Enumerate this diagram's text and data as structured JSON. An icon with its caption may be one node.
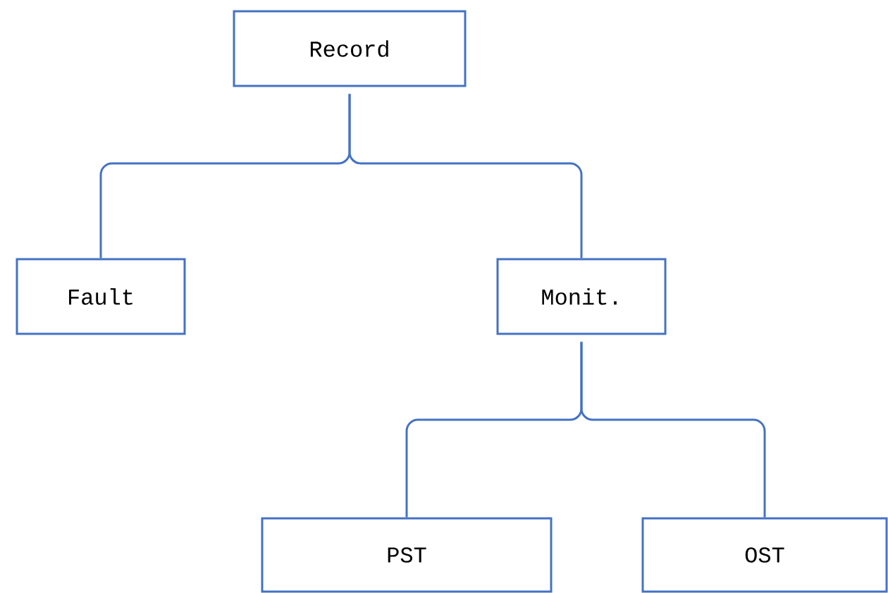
{
  "diagram": {
    "nodes": [
      {
        "text": [
          "Record"
        ]
      },
      {
        "text": [
          "Fault"
        ]
      },
      {
        "text": [
          "Monit."
        ]
      },
      {
        "text": [
          "PST"
        ]
      },
      {
        "text": [
          "OST"
        ]
      }
    ],
    "edges": [
      {
        "from": 0,
        "to": 1,
        "arrow": "none"
      },
      {
        "from": 0,
        "to": 2,
        "arrow": "none"
      },
      {
        "from": 2,
        "to": 3,
        "arrow": "none"
      },
      {
        "from": 2,
        "to": 4,
        "arrow": "none"
      }
    ]
  }
}
